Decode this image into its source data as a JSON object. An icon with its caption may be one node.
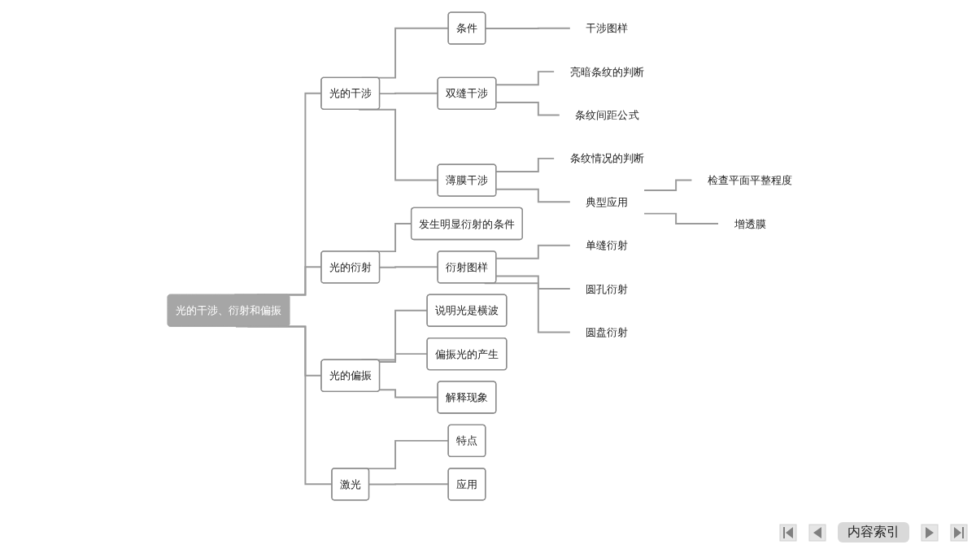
{
  "diagram": {
    "nodes": [
      {
        "text": [
          "光的干涉、衍射和偏振"
        ]
      },
      {
        "text": [
          "光的干涉"
        ]
      },
      {
        "text": [
          "条件"
        ]
      },
      {
        "text": [
          "干涉图样"
        ]
      },
      {
        "text": [
          "双缝干涉"
        ]
      },
      {
        "text": [
          "亮暗条纹的判断"
        ]
      },
      {
        "text": [
          "条纹间距公式"
        ]
      },
      {
        "text": [
          "薄膜干涉"
        ]
      },
      {
        "text": [
          "条纹情况的判断"
        ]
      },
      {
        "text": [
          "典型应用"
        ]
      },
      {
        "text": [
          "检查平面平整程度"
        ]
      },
      {
        "text": [
          "增透膜"
        ]
      },
      {
        "text": [
          "光的衍射"
        ]
      },
      {
        "text": [
          "发生明显衍射的条件"
        ]
      },
      {
        "text": [
          "衍射图样"
        ]
      },
      {
        "text": [
          "单缝衍射"
        ]
      },
      {
        "text": [
          "圆孔衍射"
        ]
      },
      {
        "text": [
          "圆盘衍射"
        ]
      },
      {
        "text": [
          "光的偏振"
        ]
      },
      {
        "text": [
          "说明光是横波"
        ]
      },
      {
        "text": [
          "偏振光的产生"
        ]
      },
      {
        "text": [
          "解释现象"
        ]
      },
      {
        "text": [
          "激光"
        ]
      },
      {
        "text": [
          "特点"
        ]
      },
      {
        "text": [
          "应用"
        ]
      }
    ],
    "edges": [
      {
        "from": 0,
        "to": 1,
        "arrow": "none"
      },
      {
        "from": 1,
        "to": 2,
        "arrow": "none"
      },
      {
        "from": 2,
        "to": 3,
        "arrow": "none"
      },
      {
        "from": 1,
        "to": 4,
        "arrow": "none"
      },
      {
        "from": 4,
        "to": 5,
        "arrow": "none"
      },
      {
        "from": 4,
        "to": 6,
        "arrow": "none"
      },
      {
        "from": 1,
        "to": 7,
        "arrow": "none"
      },
      {
        "from": 7,
        "to": 8,
        "arrow": "none"
      },
      {
        "from": 7,
        "to": 9,
        "arrow": "none"
      },
      {
        "from": 9,
        "to": 10,
        "arrow": "none"
      },
      {
        "from": 9,
        "to": 11,
        "arrow": "none"
      },
      {
        "from": 0,
        "to": 12,
        "arrow": "none"
      },
      {
        "from": 12,
        "to": 13,
        "arrow": "none"
      },
      {
        "from": 12,
        "to": 14,
        "arrow": "none"
      },
      {
        "from": 14,
        "to": 15,
        "arrow": "none"
      },
      {
        "from": 14,
        "to": 16,
        "arrow": "none"
      },
      {
        "from": 14,
        "to": 17,
        "arrow": "none"
      },
      {
        "from": 0,
        "to": 18,
        "arrow": "none"
      },
      {
        "from": 18,
        "to": 19,
        "arrow": "none"
      },
      {
        "from": 18,
        "to": 20,
        "arrow": "none"
      },
      {
        "from": 18,
        "to": 21,
        "arrow": "none"
      },
      {
        "from": 0,
        "to": 22,
        "arrow": "none"
      },
      {
        "from": 22,
        "to": 23,
        "arrow": "none"
      },
      {
        "from": 22,
        "to": 24,
        "arrow": "none"
      }
    ],
    "labels": [
      "内容索引"
    ]
  }
}
